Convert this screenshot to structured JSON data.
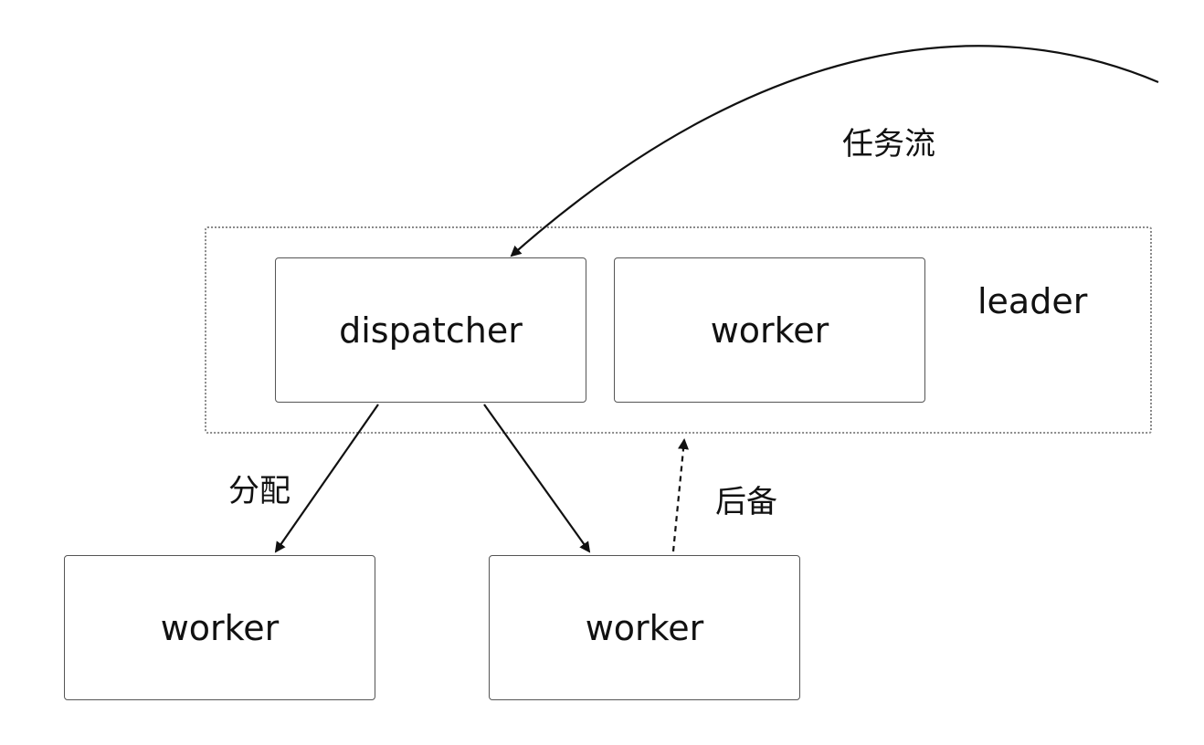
{
  "nodes": {
    "dispatcher": "dispatcher",
    "leader_worker": "worker",
    "worker_left": "worker",
    "worker_mid": "worker"
  },
  "labels": {
    "group": "leader",
    "task_flow": "任务流",
    "assign": "分配",
    "backup": "后备"
  },
  "edges": [
    {
      "from": "task_flow",
      "to": "dispatcher",
      "style": "solid"
    },
    {
      "from": "dispatcher",
      "to": "worker_left",
      "style": "solid"
    },
    {
      "from": "dispatcher",
      "to": "worker_mid",
      "style": "solid"
    },
    {
      "from": "worker_mid",
      "to": "leader",
      "style": "dashed"
    }
  ]
}
